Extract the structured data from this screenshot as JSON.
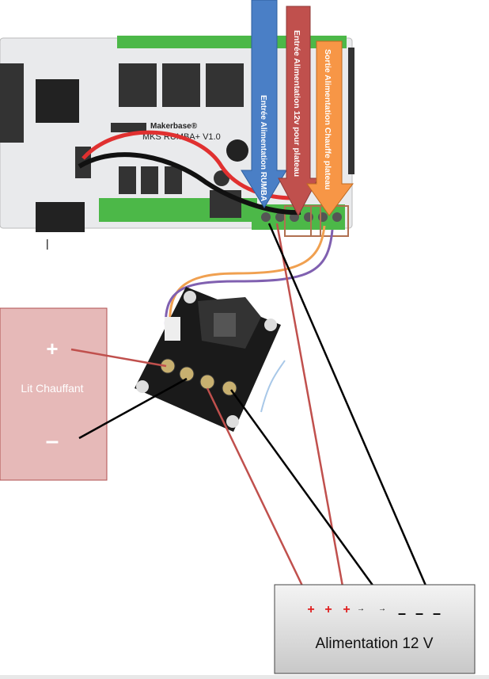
{
  "board": {
    "brand": "Makerbase®",
    "model": "MKS RUMBA+ V1.0"
  },
  "arrows": [
    {
      "label": "Entrée Alimentation RUMBA",
      "color": "#4a7fc6"
    },
    {
      "label": "Entrée Alimentation 12v pour plateau",
      "color": "#c0504d"
    },
    {
      "label": "Sortie Alimentation Chauffe plateau",
      "color": "#f79646"
    }
  ],
  "heated_bed": {
    "label": "Lit Chauffant",
    "plus": "+",
    "minus": "–",
    "fill": "#e6b9b8"
  },
  "power_supply": {
    "label": "Alimentation 12 V",
    "plus_terminals": [
      "+",
      "+",
      "+"
    ],
    "minus_terminals": [
      "–",
      "–",
      "–"
    ],
    "arrows": [
      "→",
      "→"
    ]
  },
  "colors": {
    "wire_red": "#c0504d",
    "wire_black": "#000000",
    "wire_orange": "#f0a050",
    "wire_purple": "#8060b0",
    "board_green": "#4cb848"
  }
}
